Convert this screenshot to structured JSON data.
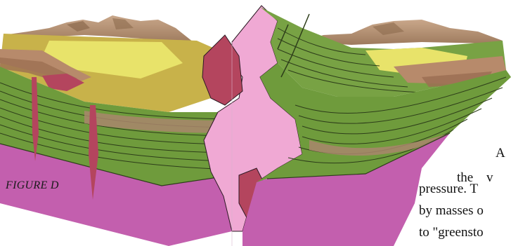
{
  "figure": {
    "caption": "FIGURE D",
    "colors": {
      "mountains": "#b58f6c",
      "yellow_strata": "#e8e36a",
      "green_strata": "#6f9b3c",
      "purple_basement": "#c35fae",
      "pink_intrusion": "#f0a9d4",
      "red_intrusion": "#b4455e",
      "brown_bands": "#a9866c"
    }
  },
  "text": {
    "line1": "A",
    "line2": "the v",
    "line3": "pressure. T",
    "line4": "by masses o",
    "line5": "to \"greensto"
  }
}
